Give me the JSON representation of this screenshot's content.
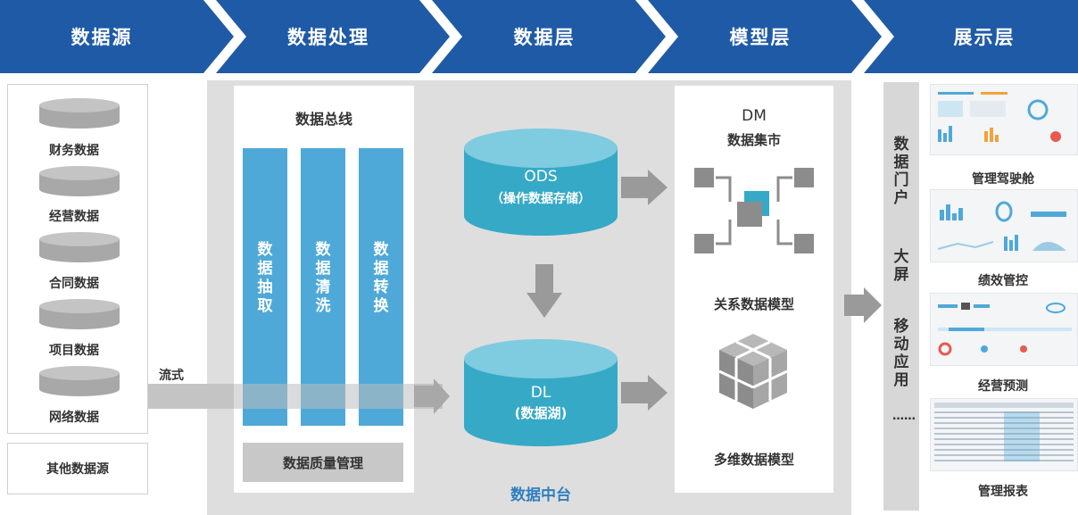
{
  "header": {
    "stages": [
      "数据源",
      "数据处理",
      "数据层",
      "模型层",
      "展示层"
    ]
  },
  "sources": {
    "items": [
      "财务数据",
      "经营数据",
      "合同数据",
      "项目数据",
      "网络数据"
    ],
    "other": "其他数据源"
  },
  "flow_label": "流式",
  "bus": {
    "title": "数据总线",
    "bars": [
      "数据抽取",
      "数据清洗",
      "数据转换"
    ],
    "quality": "数据质量管理"
  },
  "data_layer": {
    "ods_line1": "ODS",
    "ods_line2": "（操作数据存储）",
    "dl_line1": "DL",
    "dl_line2": "(数据湖)",
    "platform": "数据中台"
  },
  "model": {
    "dm_line1": "DM",
    "dm_line2": "数据集市",
    "relational": "关系数据模型",
    "multidim": "多维数据模型"
  },
  "portal": {
    "groups": [
      "数据门户",
      "大屏",
      "移动应用",
      "……"
    ]
  },
  "display": {
    "items": [
      "管理驾驶舱",
      "绩效管控",
      "经营预测",
      "管理报表"
    ]
  },
  "colors": {
    "header_blue": "#1f5aa6",
    "bar_blue": "#4fa9d8",
    "teal": "#36a9c7",
    "gray_panel": "#dedede",
    "arrow_gray": "#9a9a9a",
    "platform_blue": "#2f7fc1"
  }
}
